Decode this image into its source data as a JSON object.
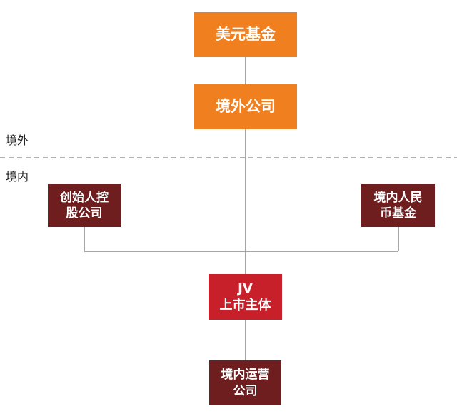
{
  "regions": {
    "offshore": "境外",
    "onshore": "境内"
  },
  "nodes": {
    "usd_fund": "美元基金",
    "offshore_company": "境外公司",
    "founder_holding": [
      "创始人控",
      "股公司"
    ],
    "rmb_fund": [
      "境内人民",
      "币基金"
    ],
    "jv_entity": [
      "JV",
      "上市主体"
    ],
    "domestic_operating": [
      "境内运营",
      "公司"
    ]
  },
  "colors": {
    "offshore_box": "#f07f20",
    "shareholder_box": "#6e1e1e",
    "listing_entity_box": "#c8202a",
    "connector": "#888888",
    "divider": "#999999"
  }
}
